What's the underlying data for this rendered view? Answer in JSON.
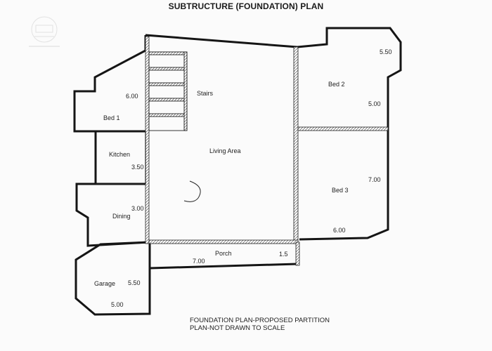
{
  "title": "SUBTRUCTURE (FOUNDATION) PLAN",
  "rooms": {
    "stairs": "Stairs",
    "bed1": "Bed 1",
    "kitchen": "Kitchen",
    "living": "Living Area",
    "bed2": "Bed 2",
    "bed3": "Bed 3",
    "dining": "Dining",
    "porch": "Porch",
    "garage": "Garage"
  },
  "dimensions": {
    "bed1_width": "6.00",
    "kitchen_depth": "3.50",
    "dining_depth": "3.00",
    "bed2_top": "5.50",
    "bed2_side": "5.00",
    "bed3_side": "7.00",
    "bed3_bottom": "6.00",
    "porch_width": "7.00",
    "porch_depth": "1.5",
    "garage_side": "5.50",
    "garage_bottom": "5.00"
  },
  "notes": {
    "line1": "FOUNDATION PLAN-PROPOSED PARTITION",
    "line2": "PLAN-NOT DRAWN TO SCALE"
  },
  "colors": {
    "walls": "#151515",
    "paper": "#fbfbfb"
  }
}
